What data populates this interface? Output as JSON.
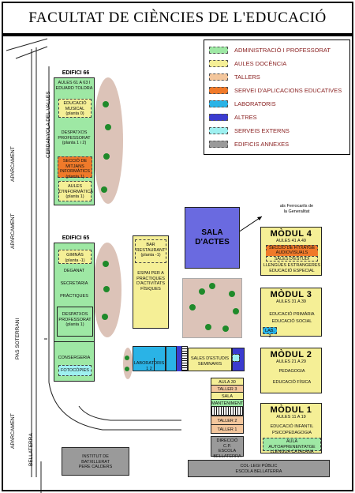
{
  "title": "FACULTAT DE CIÈNCIES DE L'EDUCACIÓ",
  "legend": [
    {
      "label": "ADMINISTRACIÓ I PROFESSORAT",
      "color": "#9ee8a4"
    },
    {
      "label": "AULES DOCÈNCIA",
      "color": "#f5ef96"
    },
    {
      "label": "TALLERS",
      "color": "#f3c69c"
    },
    {
      "label": "SERVEI D'APLICACIONS EDUCATIVES",
      "color": "#f07a2a"
    },
    {
      "label": "LABORATORIS",
      "color": "#2ab3e6"
    },
    {
      "label": "ALTRES",
      "color": "#3b3bcf"
    },
    {
      "label": "SERVEIS EXTERNS",
      "color": "#9ef0f0"
    },
    {
      "label": "EDIFICIS ANNEXES",
      "color": "#9a9a9a"
    }
  ],
  "streets": {
    "cerdanyola": "CERDANYOLA DEL VALLES",
    "aparcament": "APARCAMENT",
    "pas_soterrani": "PAS SOTERRANI",
    "bellaterra": "BELLATERRA"
  },
  "edifici66": {
    "title": "EDIFICI 66",
    "items": [
      "AULES 61 A 63 I",
      "EDUARD TOLDRA",
      "EDUCACIÓ",
      "MUSICAL",
      "(planta 0)",
      "DESPATXOS",
      "PROFESSORAT",
      "(planta 1 i 2)",
      "SECCIÓ DE",
      "MITJANS",
      "INFORMÀTICS",
      "(planta 1)",
      "AULES",
      "D'INFORMÀTICA",
      "(planta 1)"
    ]
  },
  "edifici65": {
    "title": "EDIFICI 65",
    "items": [
      "GIMNÀS",
      "(planta -1)",
      "DEGANAT",
      "SECRETARIA",
      "PRÀCTIQUES",
      "DESPATXOS",
      "PROFESSORAT",
      "(planta 1)",
      "CONSERGERIA",
      "FOTOCÒPIES"
    ]
  },
  "bar": {
    "lines": [
      "BAR",
      "RESTAURANT",
      "(planta -1)"
    ],
    "espai": [
      "ESPAI PER A",
      "PRÀCTIQUES",
      "D'ACTIVITATS",
      "FÍSIQUES"
    ]
  },
  "sala_actes": [
    "SALA",
    "D'ACTES"
  ],
  "ferrocarrils": [
    "als Ferrocarils de",
    "la Generalitat"
  ],
  "modul4": {
    "title": "MÒDUL 4",
    "aules": "AULES 41 A 49",
    "items": [
      "SECCIÓ DE FITXATGE",
      "AUDIOVISUALS",
      "SALES D'ESTUDI",
      "LLENGÜES ESTRANGERES",
      "EDUCACIÓ ESPECIAL"
    ]
  },
  "modul3": {
    "title": "MÒDUL 3",
    "aules": "AULES 31 A 39",
    "items": [
      "EDUCACIÓ PRIMÀRIA",
      "EDUCACIÓ SOCIAL",
      "LAB. 3"
    ]
  },
  "modul2": {
    "title": "MÒDUL 2",
    "aules": "AULES 21 A 29",
    "items": [
      "PEDAGOGIA",
      "EDUCACIÓ FÍSICA"
    ]
  },
  "modul1": {
    "title": "MÒDUL 1",
    "aules": "AULES 11 A 19",
    "items": [
      "EDUCACIÓ INFANTIL",
      "PSICOPEDAGOGIA",
      "AULA AUTOAPRENENTATGE",
      "LLENGUA CATALANA"
    ]
  },
  "labs": {
    "label": "LABORATORIS",
    "n1": "1",
    "n2": "2"
  },
  "sales_estudis": [
    "SALES D'ESTUDIS",
    "SEMINARIS"
  ],
  "small": [
    "AULA 30",
    "TALLER 3",
    "SALA POLIVALENT",
    "MANTENIMENT",
    "TALLER 2",
    "TALLER 1"
  ],
  "direccio": [
    "DIRECCIÓ",
    "C.P.",
    "ESCOLA",
    "BELLATERRA"
  ],
  "institut": [
    "INSTITUT DE",
    "BATXILLERAT",
    "PERE CALDERS"
  ],
  "collegi": [
    "COL·LEGI PÚBLIC",
    "ESCOLA BELLATERRA"
  ]
}
